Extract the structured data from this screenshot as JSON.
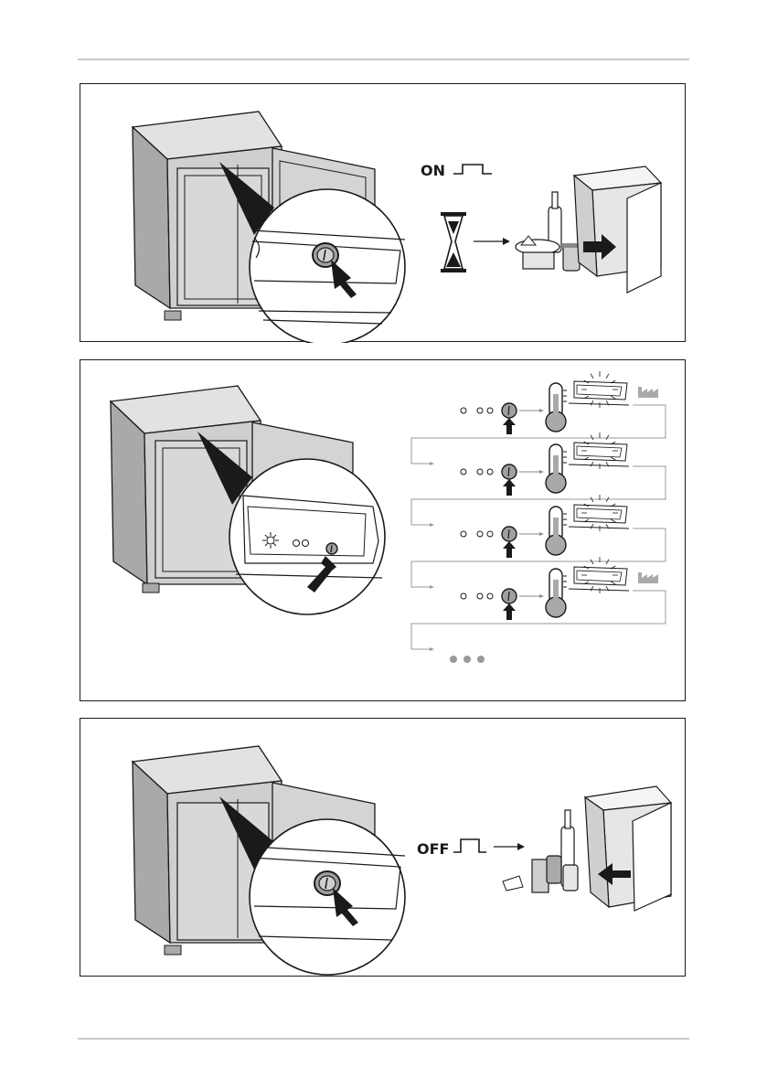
{
  "panels": [
    {
      "id": "power-on",
      "state_label": "ON"
    },
    {
      "id": "temperature-select"
    },
    {
      "id": "power-off",
      "state_label": "OFF"
    }
  ],
  "colors": {
    "line": "#1a1a1a",
    "fridge_gray": "#cfcfcf",
    "fridge_dark": "#a9a9a9",
    "accent_gray": "#8a8a8a"
  },
  "icons": [
    "power-button-icon",
    "hourglass-icon",
    "thermometer-icon",
    "factory-icon",
    "sun-icon"
  ]
}
